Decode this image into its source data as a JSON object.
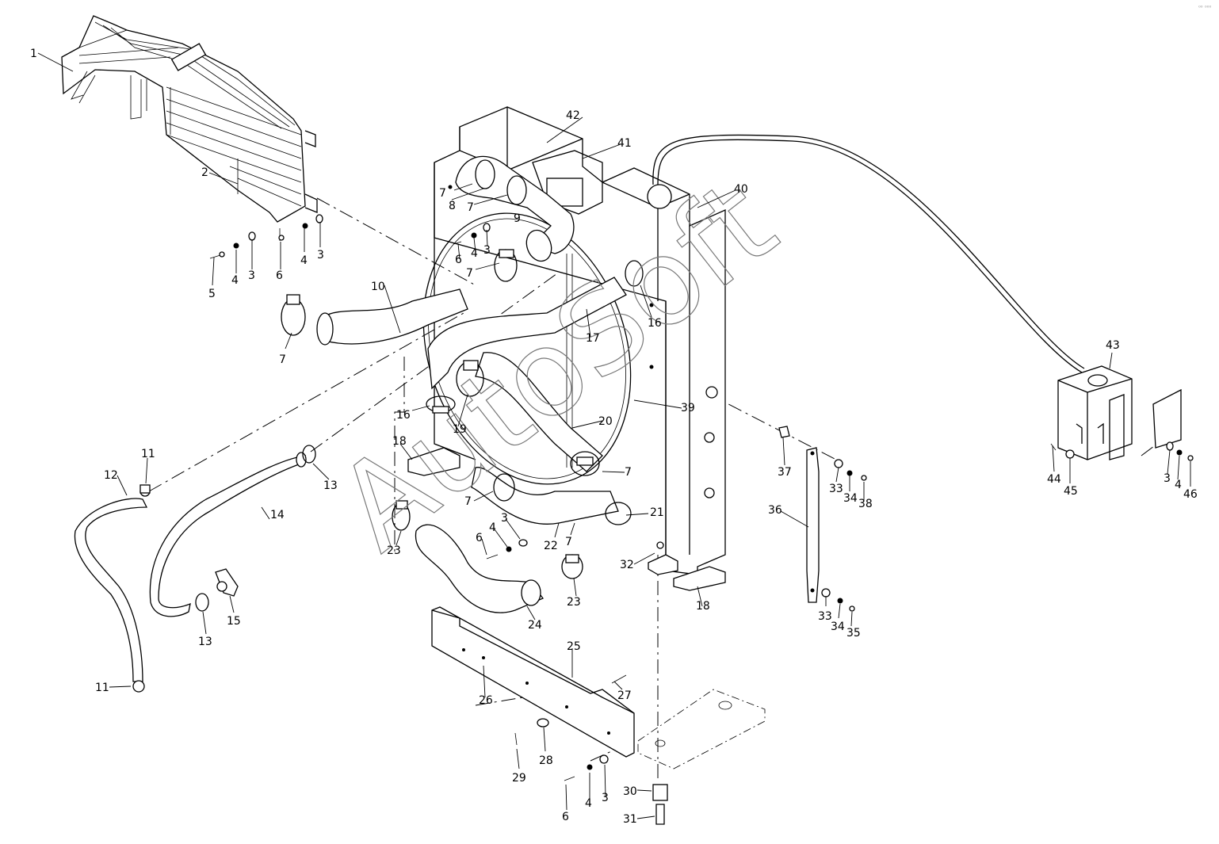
{
  "watermark": "AutoSoft",
  "corner_mark": "⁰⁰ ⁰⁰⁰",
  "callouts": [
    {
      "id": "c1",
      "text": "1"
    },
    {
      "id": "c2",
      "text": "2"
    },
    {
      "id": "c3a",
      "text": "3"
    },
    {
      "id": "c3b",
      "text": "3"
    },
    {
      "id": "c3c",
      "text": "3"
    },
    {
      "id": "c3d",
      "text": "3"
    },
    {
      "id": "c3e",
      "text": "3"
    },
    {
      "id": "c3f",
      "text": "3"
    },
    {
      "id": "c4a",
      "text": "4"
    },
    {
      "id": "c4b",
      "text": "4"
    },
    {
      "id": "c4c",
      "text": "4"
    },
    {
      "id": "c4d",
      "text": "4"
    },
    {
      "id": "c4e",
      "text": "4"
    },
    {
      "id": "c4f",
      "text": "4"
    },
    {
      "id": "c5",
      "text": "5"
    },
    {
      "id": "c6a",
      "text": "6"
    },
    {
      "id": "c6b",
      "text": "6"
    },
    {
      "id": "c6c",
      "text": "6"
    },
    {
      "id": "c6d",
      "text": "6"
    },
    {
      "id": "c7a",
      "text": "7"
    },
    {
      "id": "c7b",
      "text": "7"
    },
    {
      "id": "c7c",
      "text": "7"
    },
    {
      "id": "c7d",
      "text": "7"
    },
    {
      "id": "c7e",
      "text": "7"
    },
    {
      "id": "c7f",
      "text": "7"
    },
    {
      "id": "c7g",
      "text": "7"
    },
    {
      "id": "c8",
      "text": "8"
    },
    {
      "id": "c9",
      "text": "9"
    },
    {
      "id": "c10",
      "text": "10"
    },
    {
      "id": "c11a",
      "text": "11"
    },
    {
      "id": "c11b",
      "text": "11"
    },
    {
      "id": "c12",
      "text": "12"
    },
    {
      "id": "c13a",
      "text": "13"
    },
    {
      "id": "c13b",
      "text": "13"
    },
    {
      "id": "c14",
      "text": "14"
    },
    {
      "id": "c15",
      "text": "15"
    },
    {
      "id": "c16a",
      "text": "16"
    },
    {
      "id": "c16b",
      "text": "16"
    },
    {
      "id": "c17",
      "text": "17"
    },
    {
      "id": "c18a",
      "text": "18"
    },
    {
      "id": "c18b",
      "text": "18"
    },
    {
      "id": "c19",
      "text": "19"
    },
    {
      "id": "c20",
      "text": "20"
    },
    {
      "id": "c21",
      "text": "21"
    },
    {
      "id": "c22",
      "text": "22"
    },
    {
      "id": "c23a",
      "text": "23"
    },
    {
      "id": "c23b",
      "text": "23"
    },
    {
      "id": "c24",
      "text": "24"
    },
    {
      "id": "c25",
      "text": "25"
    },
    {
      "id": "c26",
      "text": "26"
    },
    {
      "id": "c27",
      "text": "27"
    },
    {
      "id": "c28",
      "text": "28"
    },
    {
      "id": "c29",
      "text": "29"
    },
    {
      "id": "c30",
      "text": "30"
    },
    {
      "id": "c31",
      "text": "31"
    },
    {
      "id": "c32",
      "text": "32"
    },
    {
      "id": "c33a",
      "text": "33"
    },
    {
      "id": "c33b",
      "text": "33"
    },
    {
      "id": "c34a",
      "text": "34"
    },
    {
      "id": "c34b",
      "text": "34"
    },
    {
      "id": "c35",
      "text": "35"
    },
    {
      "id": "c36",
      "text": "36"
    },
    {
      "id": "c37",
      "text": "37"
    },
    {
      "id": "c38",
      "text": "38"
    },
    {
      "id": "c39",
      "text": "39"
    },
    {
      "id": "c40",
      "text": "40"
    },
    {
      "id": "c41",
      "text": "41"
    },
    {
      "id": "c42",
      "text": "42"
    },
    {
      "id": "c43",
      "text": "43"
    },
    {
      "id": "c44",
      "text": "44"
    },
    {
      "id": "c45",
      "text": "45"
    },
    {
      "id": "c46",
      "text": "46"
    }
  ]
}
